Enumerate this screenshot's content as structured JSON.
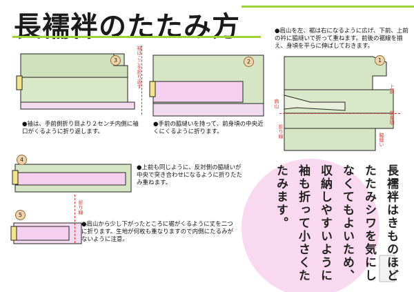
{
  "title": "長襦袢のたたみ方",
  "instructions": {
    "step1": "●肩山を左、裾は右になるように広げ、下前、上前の衿に脇縫いで折って重ねます。前後の裾線を揃え、身頃を平らに伸ばしておきます。",
    "step3": "●袖は、手前側折り目より２センチ内側に袖口がくるように折り返します。",
    "step2": "●手前の脇縫いを持って、前身頃の中央近くにくるように折ります。",
    "step4": "●上前も同じように、反対側の脇縫いが中央で突き合わせになるように折りたたみ重ねます。",
    "step5": "●肩山から少し下がったところに裾がくるように丈を二つに折ります。生地が何枚も重なりますので内側にたるみがないように注意。"
  },
  "step_numbers": [
    "1",
    "2",
    "3",
    "4",
    "5"
  ],
  "labels": {
    "sleeve_fold_note": "袖はここを折り返す",
    "shoulder": "肩山",
    "fold_line_1": "折り線",
    "fold_line_2": "折り線",
    "uwamae": "上前",
    "maemigoro": "前身頃",
    "side_seam": "脇縫い"
  },
  "main_text_columns": [
    "長襦袢はきものほど",
    "たたみシワを気にし",
    "なくてもよいため、",
    "収納しやすいように",
    "袖も折って小さくた",
    "たみます。"
  ]
}
